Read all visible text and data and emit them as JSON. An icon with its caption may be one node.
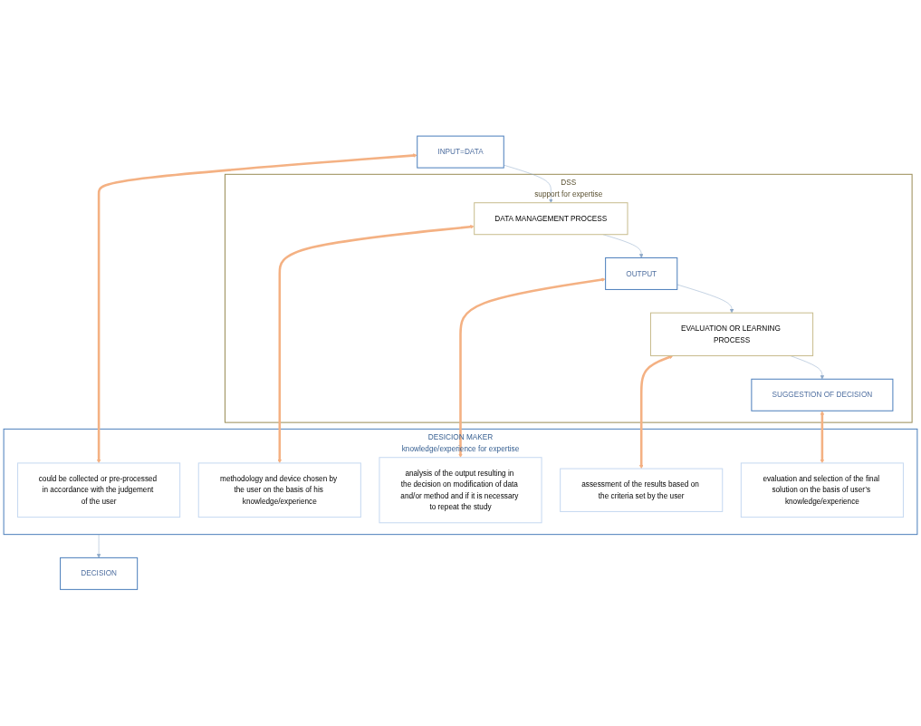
{
  "diagram": {
    "nodes": [
      {
        "text": [
          "DESICION MAKER",
          "knowledge/experience for expertise"
        ]
      },
      {
        "text": [
          "could be collected or pre-processed in accordance with the judgement of the user"
        ],
        "in": 0
      },
      {
        "text": [
          "methodology and device chosen by the user on the basis of his knowledge/experience"
        ],
        "in": 0
      },
      {
        "text": [
          "analysis of the output resulting in the decision on modification of data and/or method and if it is necessary to repeat the study"
        ],
        "in": 0
      },
      {
        "text": [
          "assessment of the results based on the criteria set by the user"
        ],
        "in": 0
      },
      {
        "text": [
          "evaluation and selection of the final solution on the basis of user’s knowledge/experience"
        ],
        "in": 0
      },
      {
        "text": [
          "INPUT=DATA"
        ]
      },
      {
        "text": [
          "DSS",
          "support for expertise"
        ]
      },
      {
        "text": [
          "DATA MANAGEMENT PROCESS"
        ],
        "in": 7
      },
      {
        "text": [
          "OUTPUT"
        ],
        "in": 7
      },
      {
        "text": [
          "EVALUATION OR LEARNING PROCESS"
        ],
        "in": 7
      },
      {
        "text": [
          "SUGGESTION OF DECISION"
        ],
        "in": 7
      },
      {
        "text": [
          "DECISION"
        ]
      }
    ],
    "edges": [
      {
        "from": 6,
        "to": 8,
        "arrow": "to"
      },
      {
        "from": 8,
        "to": 9,
        "arrow": "to"
      },
      {
        "from": 9,
        "to": 10,
        "arrow": "to"
      },
      {
        "from": 10,
        "to": 11,
        "arrow": "to"
      },
      {
        "from": 0,
        "to": 12,
        "arrow": "to"
      },
      {
        "from": 6,
        "to": 1,
        "arrow": "both",
        "style": "thick",
        "color": "#f4b183"
      },
      {
        "from": 8,
        "to": 2,
        "arrow": "both",
        "style": "thick",
        "color": "#f4b183"
      },
      {
        "from": 9,
        "to": 3,
        "arrow": "both",
        "style": "thick",
        "color": "#f4b183"
      },
      {
        "from": 10,
        "to": 4,
        "arrow": "both",
        "style": "thick",
        "color": "#f4b183"
      },
      {
        "from": 11,
        "to": 5,
        "arrow": "both",
        "style": "thick",
        "color": "#f4b183"
      }
    ]
  }
}
